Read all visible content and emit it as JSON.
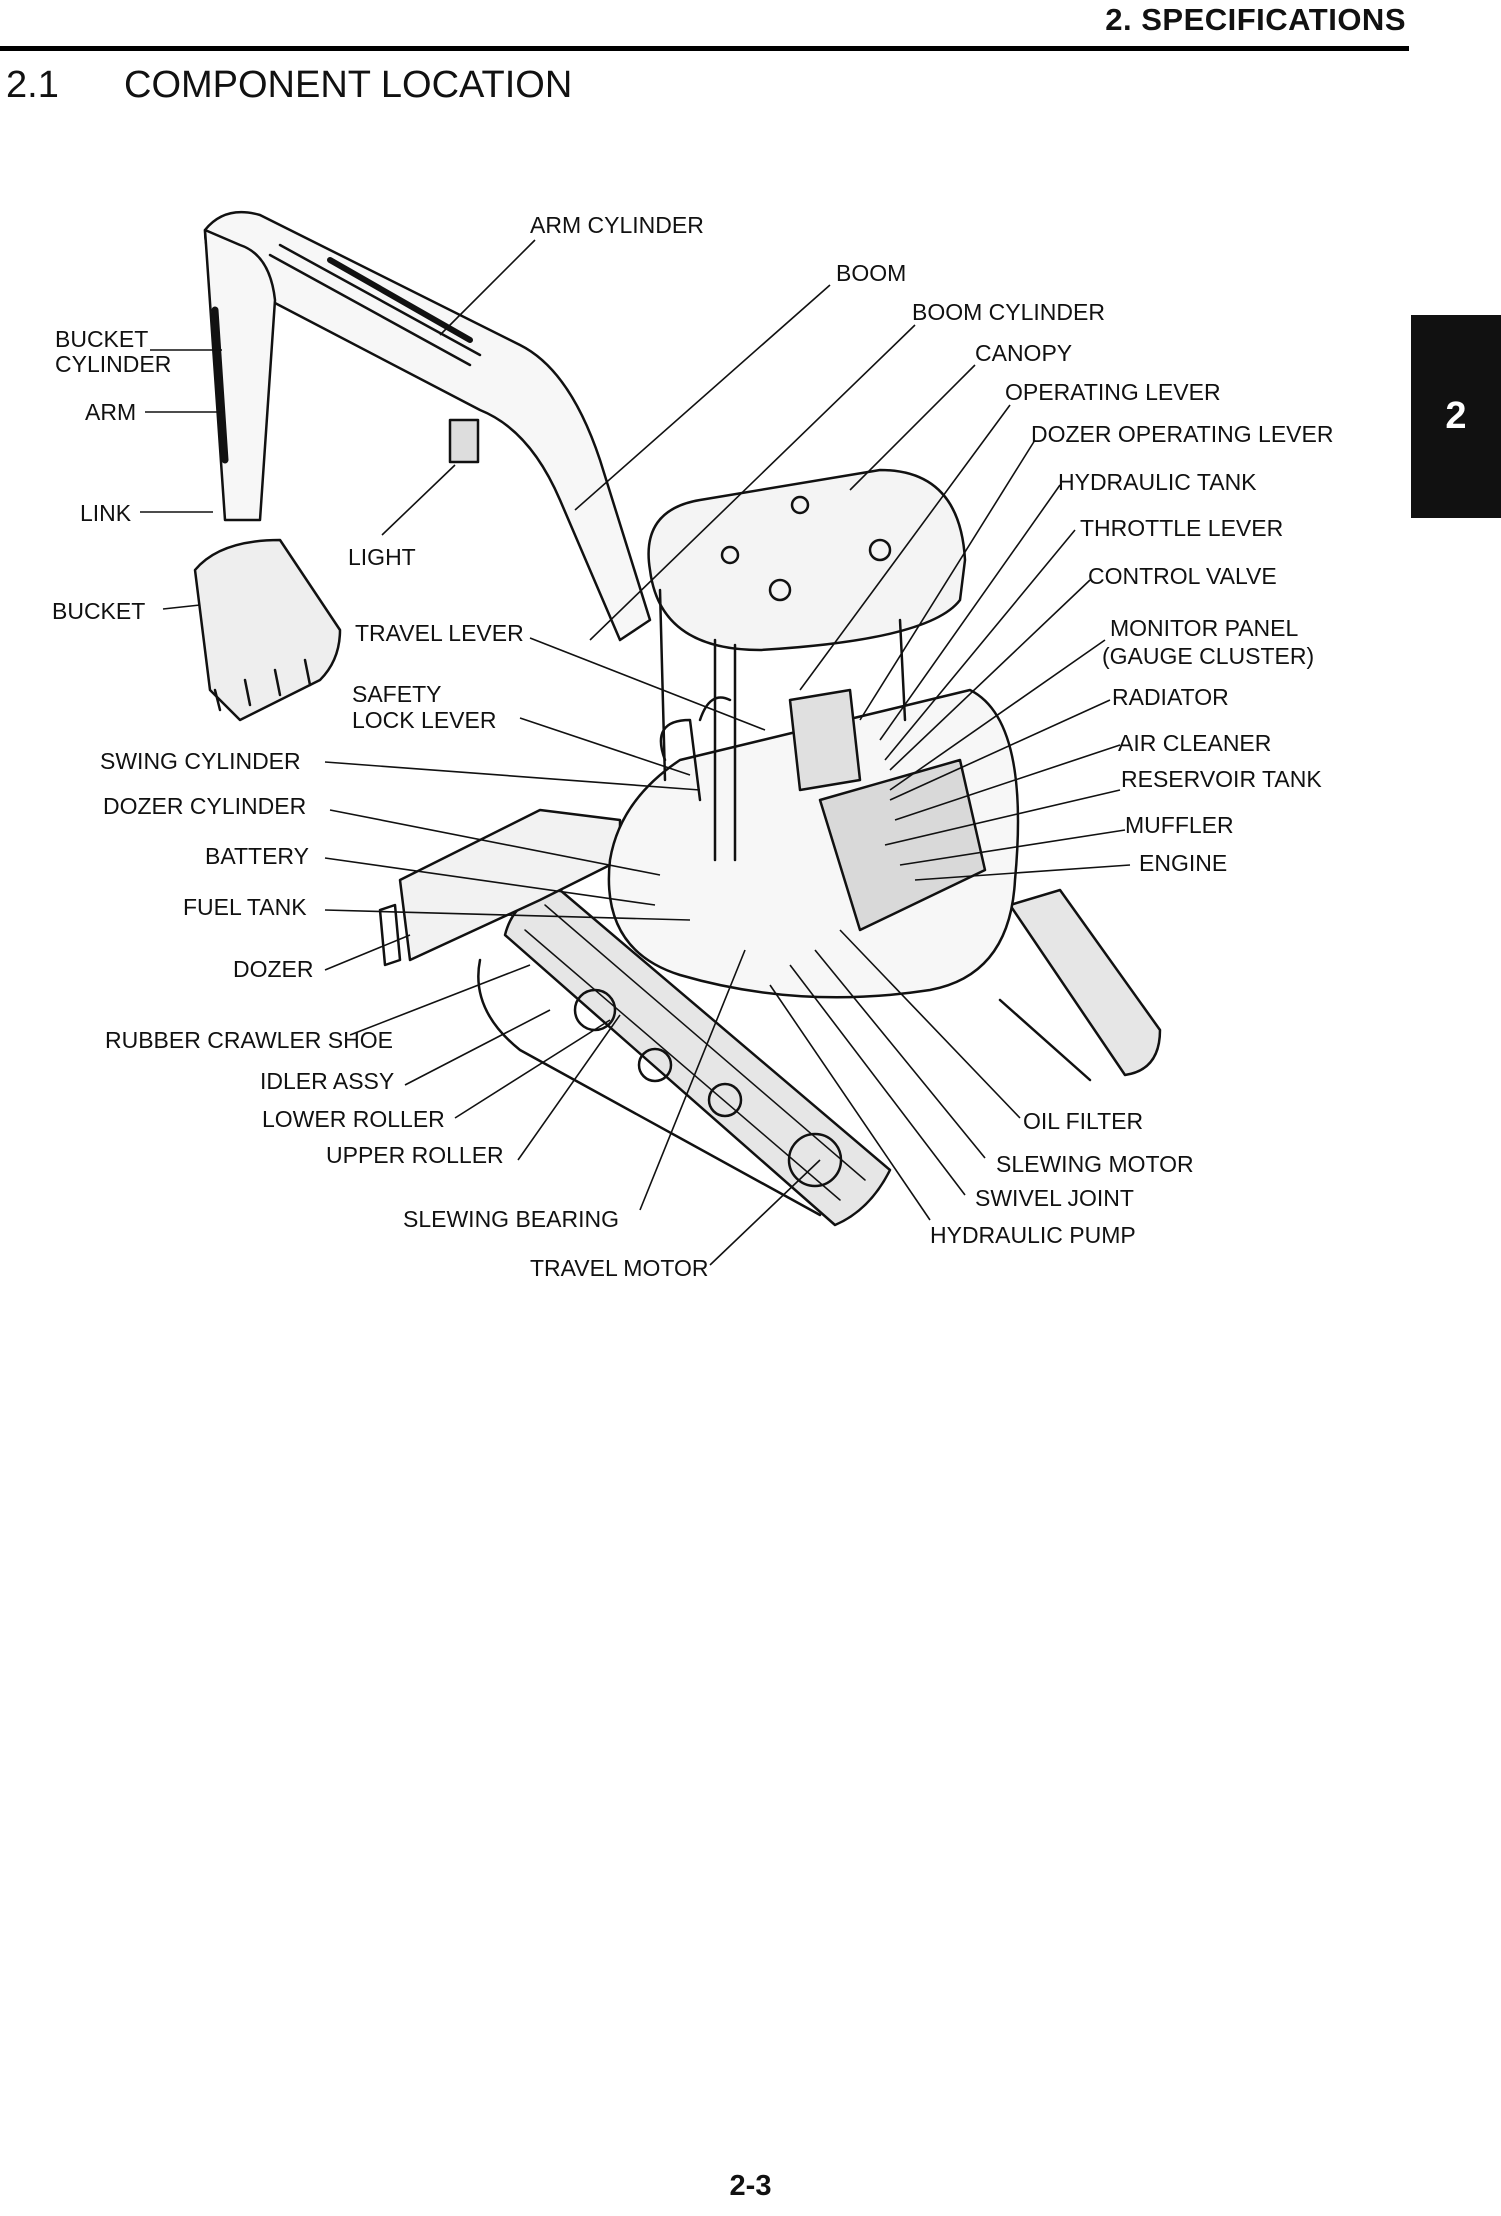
{
  "header": {
    "chapter_title": "2. SPECIFICATIONS"
  },
  "section": {
    "number": "2.1",
    "title": "COMPONENT LOCATION"
  },
  "chapter_tab": "2",
  "page_number": "2-3",
  "labels": {
    "arm_cylinder": "ARM CYLINDER",
    "boom": "BOOM",
    "boom_cylinder": "BOOM CYLINDER",
    "canopy": "CANOPY",
    "operating_lever": "OPERATING LEVER",
    "dozer_operating_lever": "DOZER OPERATING LEVER",
    "hydraulic_tank": "HYDRAULIC TANK",
    "throttle_lever": "THROTTLE LEVER",
    "control_valve": "CONTROL VALVE",
    "monitor_panel_1": "MONITOR PANEL",
    "monitor_panel_2": "(GAUGE CLUSTER)",
    "radiator": "RADIATOR",
    "air_cleaner": "AIR CLEANER",
    "reservoir_tank": "RESERVOIR TANK",
    "muffler": "MUFFLER",
    "engine": "ENGINE",
    "bucket_cylinder_1": "BUCKET",
    "bucket_cylinder_2": "CYLINDER",
    "arm": "ARM",
    "link": "LINK",
    "light": "LIGHT",
    "bucket": "BUCKET",
    "travel_lever": "TRAVEL LEVER",
    "safety_lock_lever_1": "SAFETY",
    "safety_lock_lever_2": "LOCK LEVER",
    "swing_cylinder": "SWING CYLINDER",
    "dozer_cylinder": "DOZER CYLINDER",
    "battery": "BATTERY",
    "fuel_tank": "FUEL TANK",
    "dozer": "DOZER",
    "rubber_crawler_shoe": "RUBBER CRAWLER SHOE",
    "idler_assy": "IDLER ASSY",
    "lower_roller": "LOWER ROLLER",
    "upper_roller": "UPPER ROLLER",
    "slewing_bearing": "SLEWING BEARING",
    "travel_motor": "TRAVEL MOTOR",
    "oil_filter": "OIL FILTER",
    "slewing_motor": "SLEWING MOTOR",
    "swivel_joint": "SWIVEL JOINT",
    "hydraulic_pump": "HYDRAULIC PUMP"
  }
}
